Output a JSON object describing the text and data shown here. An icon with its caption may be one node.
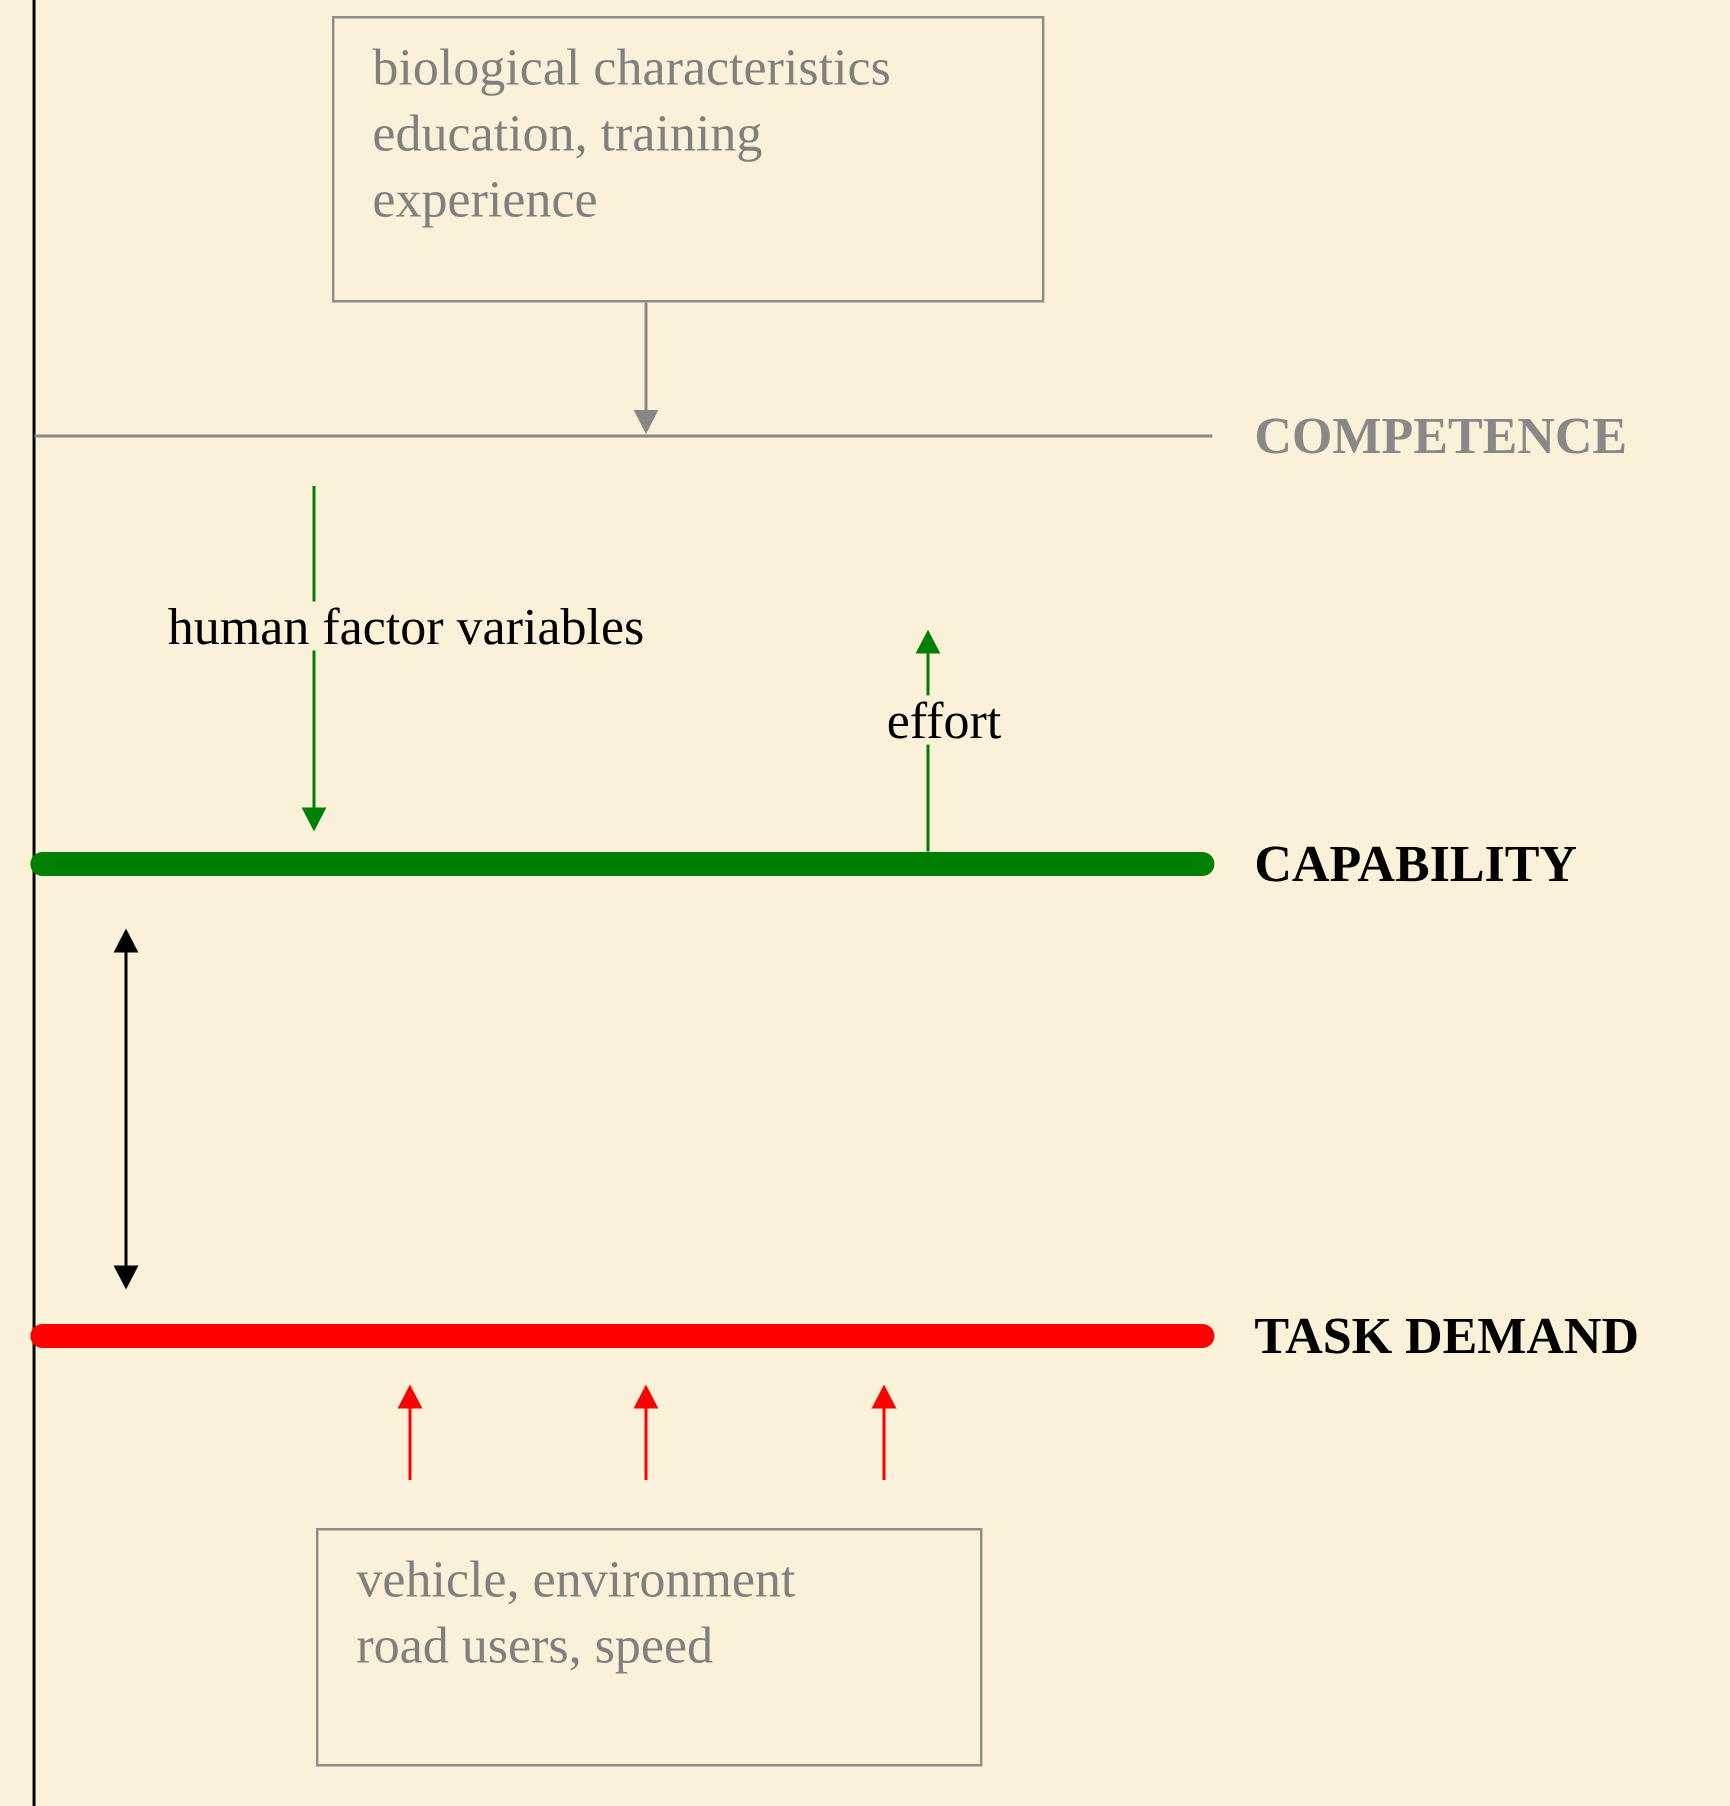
{
  "diagram": {
    "nodes": [
      {
        "text": [
          "biological characteristics",
          "education, training",
          "experience"
        ]
      },
      {
        "text": [
          "COMPETENCE"
        ]
      },
      {
        "text": [
          "CAPABILITY"
        ]
      },
      {
        "text": [
          "TASK DEMAND"
        ]
      },
      {
        "text": [
          "vehicle, environment",
          "road users, speed"
        ]
      }
    ],
    "edges": [
      {
        "from": 0,
        "to": 1,
        "arrow": "to",
        "color": "#888888"
      },
      {
        "from": 1,
        "to": 2,
        "arrow": "to",
        "label": "human factor variables",
        "color": "#008000"
      },
      {
        "from": 2,
        "to": null,
        "arrow": "to",
        "label": "effort",
        "color": "#008000"
      },
      {
        "from": 2,
        "to": 3,
        "arrow": "both",
        "color": "#000000"
      },
      {
        "from": 4,
        "to": 3,
        "arrow": "to",
        "color": "#ff0000"
      },
      {
        "from": 4,
        "to": 3,
        "arrow": "to",
        "color": "#ff0000"
      },
      {
        "from": 4,
        "to": 3,
        "arrow": "to",
        "color": "#ff0000"
      }
    ]
  }
}
